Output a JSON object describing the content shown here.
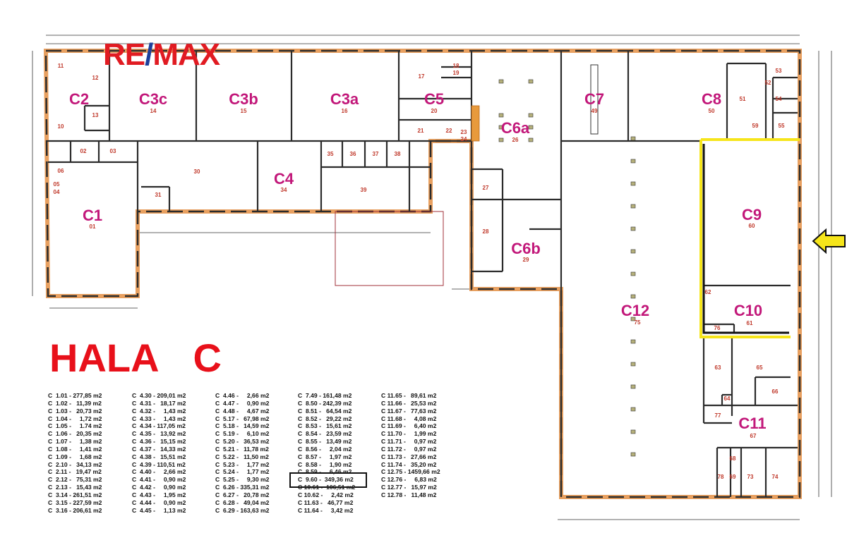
{
  "logo": {
    "left": "RE",
    "slash": "/",
    "right": "MAX"
  },
  "title": {
    "word1": "HALA",
    "word2": "C"
  },
  "zones": {
    "C1": "C1",
    "C2": "C2",
    "C3c": "C3c",
    "C3b": "C3b",
    "C3a": "C3a",
    "C4": "C4",
    "C5": "C5",
    "C6a": "C6a",
    "C6b": "C6b",
    "C7": "C7",
    "C8": "C8",
    "C9": "C9",
    "C10": "C10",
    "C11": "C11",
    "C12": "C12"
  },
  "rooms": {
    "r01": "01",
    "r02": "02",
    "r03": "03",
    "r04": "04",
    "r05": "05",
    "r06": "06",
    "r10": "10",
    "r11": "11",
    "r12": "12",
    "r13": "13",
    "r14": "14",
    "r15": "15",
    "r16": "16",
    "r17": "17",
    "r18": "18",
    "r19": "19",
    "r20": "20",
    "r21": "21",
    "r22": "22",
    "r23": "23",
    "r24": "24",
    "r26": "26",
    "r27": "27",
    "r28": "28",
    "r29": "29",
    "r30": "30",
    "r31": "31",
    "r34": "34",
    "r35": "35",
    "r36": "36",
    "r37": "37",
    "r38": "38",
    "r39": "39",
    "r49": "49",
    "r50": "50",
    "r51": "51",
    "r52": "52",
    "r53": "53",
    "r54": "54",
    "r55": "55",
    "r59": "59",
    "r60": "60",
    "r61": "61",
    "r62": "62",
    "r63": "63",
    "r64": "64",
    "r65": "65",
    "r66": "66",
    "r67": "67",
    "r68": "68",
    "r69": "69",
    "r73": "73",
    "r74": "74",
    "r75": "75",
    "r76": "76",
    "r77": "77",
    "r78": "78"
  },
  "area_table": [
    [
      "C  1.01 - 277,85 m2",
      "C  1.02 -   11,39 m2",
      "C  1.03 -   20,73 m2",
      "C  1.04 -     1,72 m2",
      "C  1.05 -     1.74 m2",
      "C  1.06 -   20,35 m2",
      "C  1.07 -     1,38 m2",
      "C  1.08 -     1,41 m2",
      "C  1.09 -     1,68 m2",
      "C  2.10 -   34,13 m2",
      "C  2.11 -   19,47 m2",
      "C  2.12 -   75,31 m2",
      "C  2.13 -   15,43 m2",
      "C  3.14 - 261,51 m2",
      "C  3.15 - 227,59 m2",
      "C  3.16 - 206,61 m2"
    ],
    [
      "C  4.30 - 209,01 m2",
      "C  4.31 -   18,17 m2",
      "C  4.32 -     1,43 m2",
      "C  4.33 -     1,43 m2",
      "C  4.34 - 117,05 m2",
      "C  4.35 -   13,92 m2",
      "C  4.36 -   15,15 m2",
      "C  4.37 -   14,33 m2",
      "C  4.38 -   15,51 m2",
      "C  4.39 - 110,51 m2",
      "C  4.40 -     2,66 m2",
      "C  4.41 -     0,90 m2",
      "C  4.42 -     0,90 m2",
      "C  4.43 -     1,95 m2",
      "C  4.44 -     0,90 m2",
      "C  4.45 -     1,13 m2"
    ],
    [
      "C  4.46 -     2,66 m2",
      "C  4.47 -     0,90 m2",
      "C  4.48 -     4,67 m2",
      "C  5.17 -   67,98 m2",
      "C  5.18 -   14,59 m2",
      "C  5.19 -     6,10 m2",
      "C  5.20 -   36,53 m2",
      "C  5.21 -   11,78 m2",
      "C  5.22 -   11,50 m2",
      "C  5.23 -     1,77 m2",
      "C  5.24 -     1,77 m2",
      "C  5.25 -     9,30 m2",
      "C  6.26 - 335,31 m2",
      "C  6.27 -   20,78 m2",
      "C  6.28 -   49,04 m2",
      "C  6.29 - 163,63 m2"
    ],
    [
      "C  7.49 - 161,48 m2",
      "C  8.50 - 242,39 m2",
      "C  8.51 -   64,54 m2",
      "C  8.52 -   29,22 m2",
      "C  8.53 -   15,61 m2",
      "C  8.54 -   23,59 m2",
      "C  8.55 -   13,49 m2",
      "C  8.56 -     2,04 m2",
      "C  8.57 -     1,97 m2",
      "C  8.58 -     1,90 m2",
      "C  8.59 -     6,46 m2",
      "C  9.60 -  349,36 m2",
      "C 10.61 -  106,51 m2",
      "C 10.62 -     2,42 m2",
      "C 11.63 -   46,77 m2",
      "C 11.64 -     3,42 m2"
    ],
    [
      "C 11.65 -   89,61 m2",
      "C 11.66 -   25,53 m2",
      "C 11.67 -   77,63 m2",
      "C 11.68 -     4,08 m2",
      "C 11.69 -     6,40 m2",
      "C 11.70 -     1,99 m2",
      "C 11.71 -     0,97 m2",
      "C 11.72 -     0,97 m2",
      "C 11.73 -   27,66 m2",
      "C 11.74 -   35,20 m2",
      "C 12.75 - 1459,66 m2",
      "C 12.76 -     6,83 m2",
      "C 12.77 -   15,97 m2",
      "C 12.78 -   11,48 m2"
    ]
  ],
  "highlight": {
    "zone": "C9",
    "entries": [
      "C  9.60 -  349,36 m2",
      "C 10.61 -  106,51 m2"
    ]
  },
  "colors": {
    "wall": "#2b2b2b",
    "window": "#e8a060",
    "zone_label": "#c2187a",
    "room_label": "#c0392b",
    "highlight": "#f6e51a",
    "title": "#e8101a",
    "logo_red": "#e11b22",
    "logo_blue": "#1d3f9b"
  }
}
